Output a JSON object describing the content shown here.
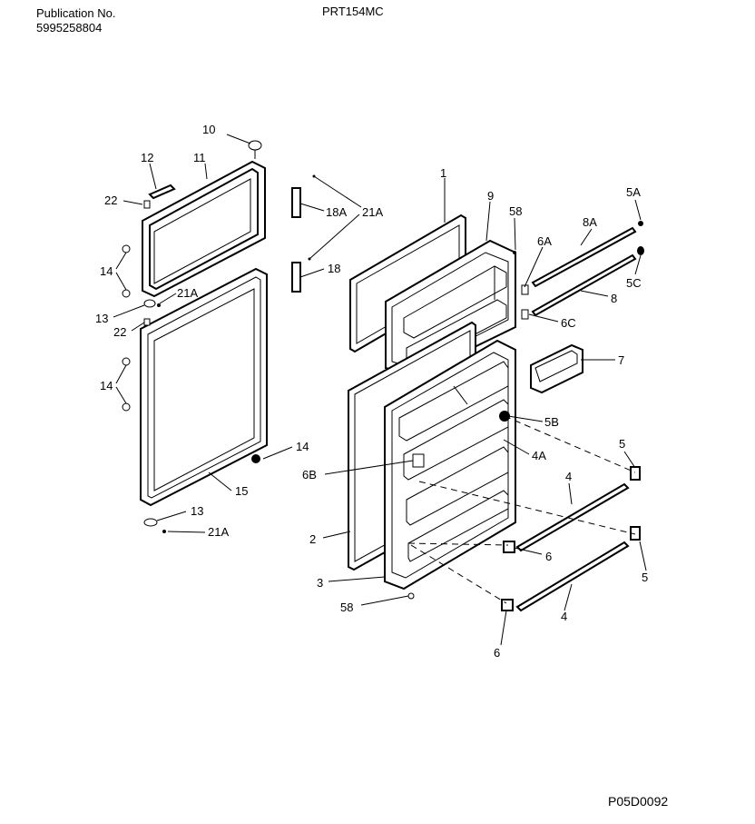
{
  "header": {
    "publication_label": "Publication No.",
    "publication_number": "5995258804",
    "model": "PRT154MC"
  },
  "footer": {
    "figure_code": "P05D0092"
  },
  "callouts": {
    "c10": "10",
    "c12": "12",
    "c11": "11",
    "c22a": "22",
    "c14a": "14",
    "c21a_a": "21A",
    "c13a": "13",
    "c22b": "22",
    "c14b": "14",
    "c14c": "14",
    "c15": "15",
    "c13b": "13",
    "c21a_b": "21A",
    "c18a": "18A",
    "c21a_c": "21A",
    "c18": "18",
    "c1": "1",
    "c9": "9",
    "c58a": "58",
    "c6a": "6A",
    "c8a": "8A",
    "c5a": "5A",
    "c5c": "5C",
    "c8": "8",
    "c6c": "6C",
    "c7": "7",
    "c5b": "5B",
    "c4a": "4A",
    "c5a2": "5",
    "c6b": "6B",
    "c4a2": "4",
    "c2": "2",
    "c6a2": "6",
    "c5b2": "5",
    "c3": "3",
    "c4b": "4",
    "c58b": "58",
    "c6b2": "6"
  }
}
